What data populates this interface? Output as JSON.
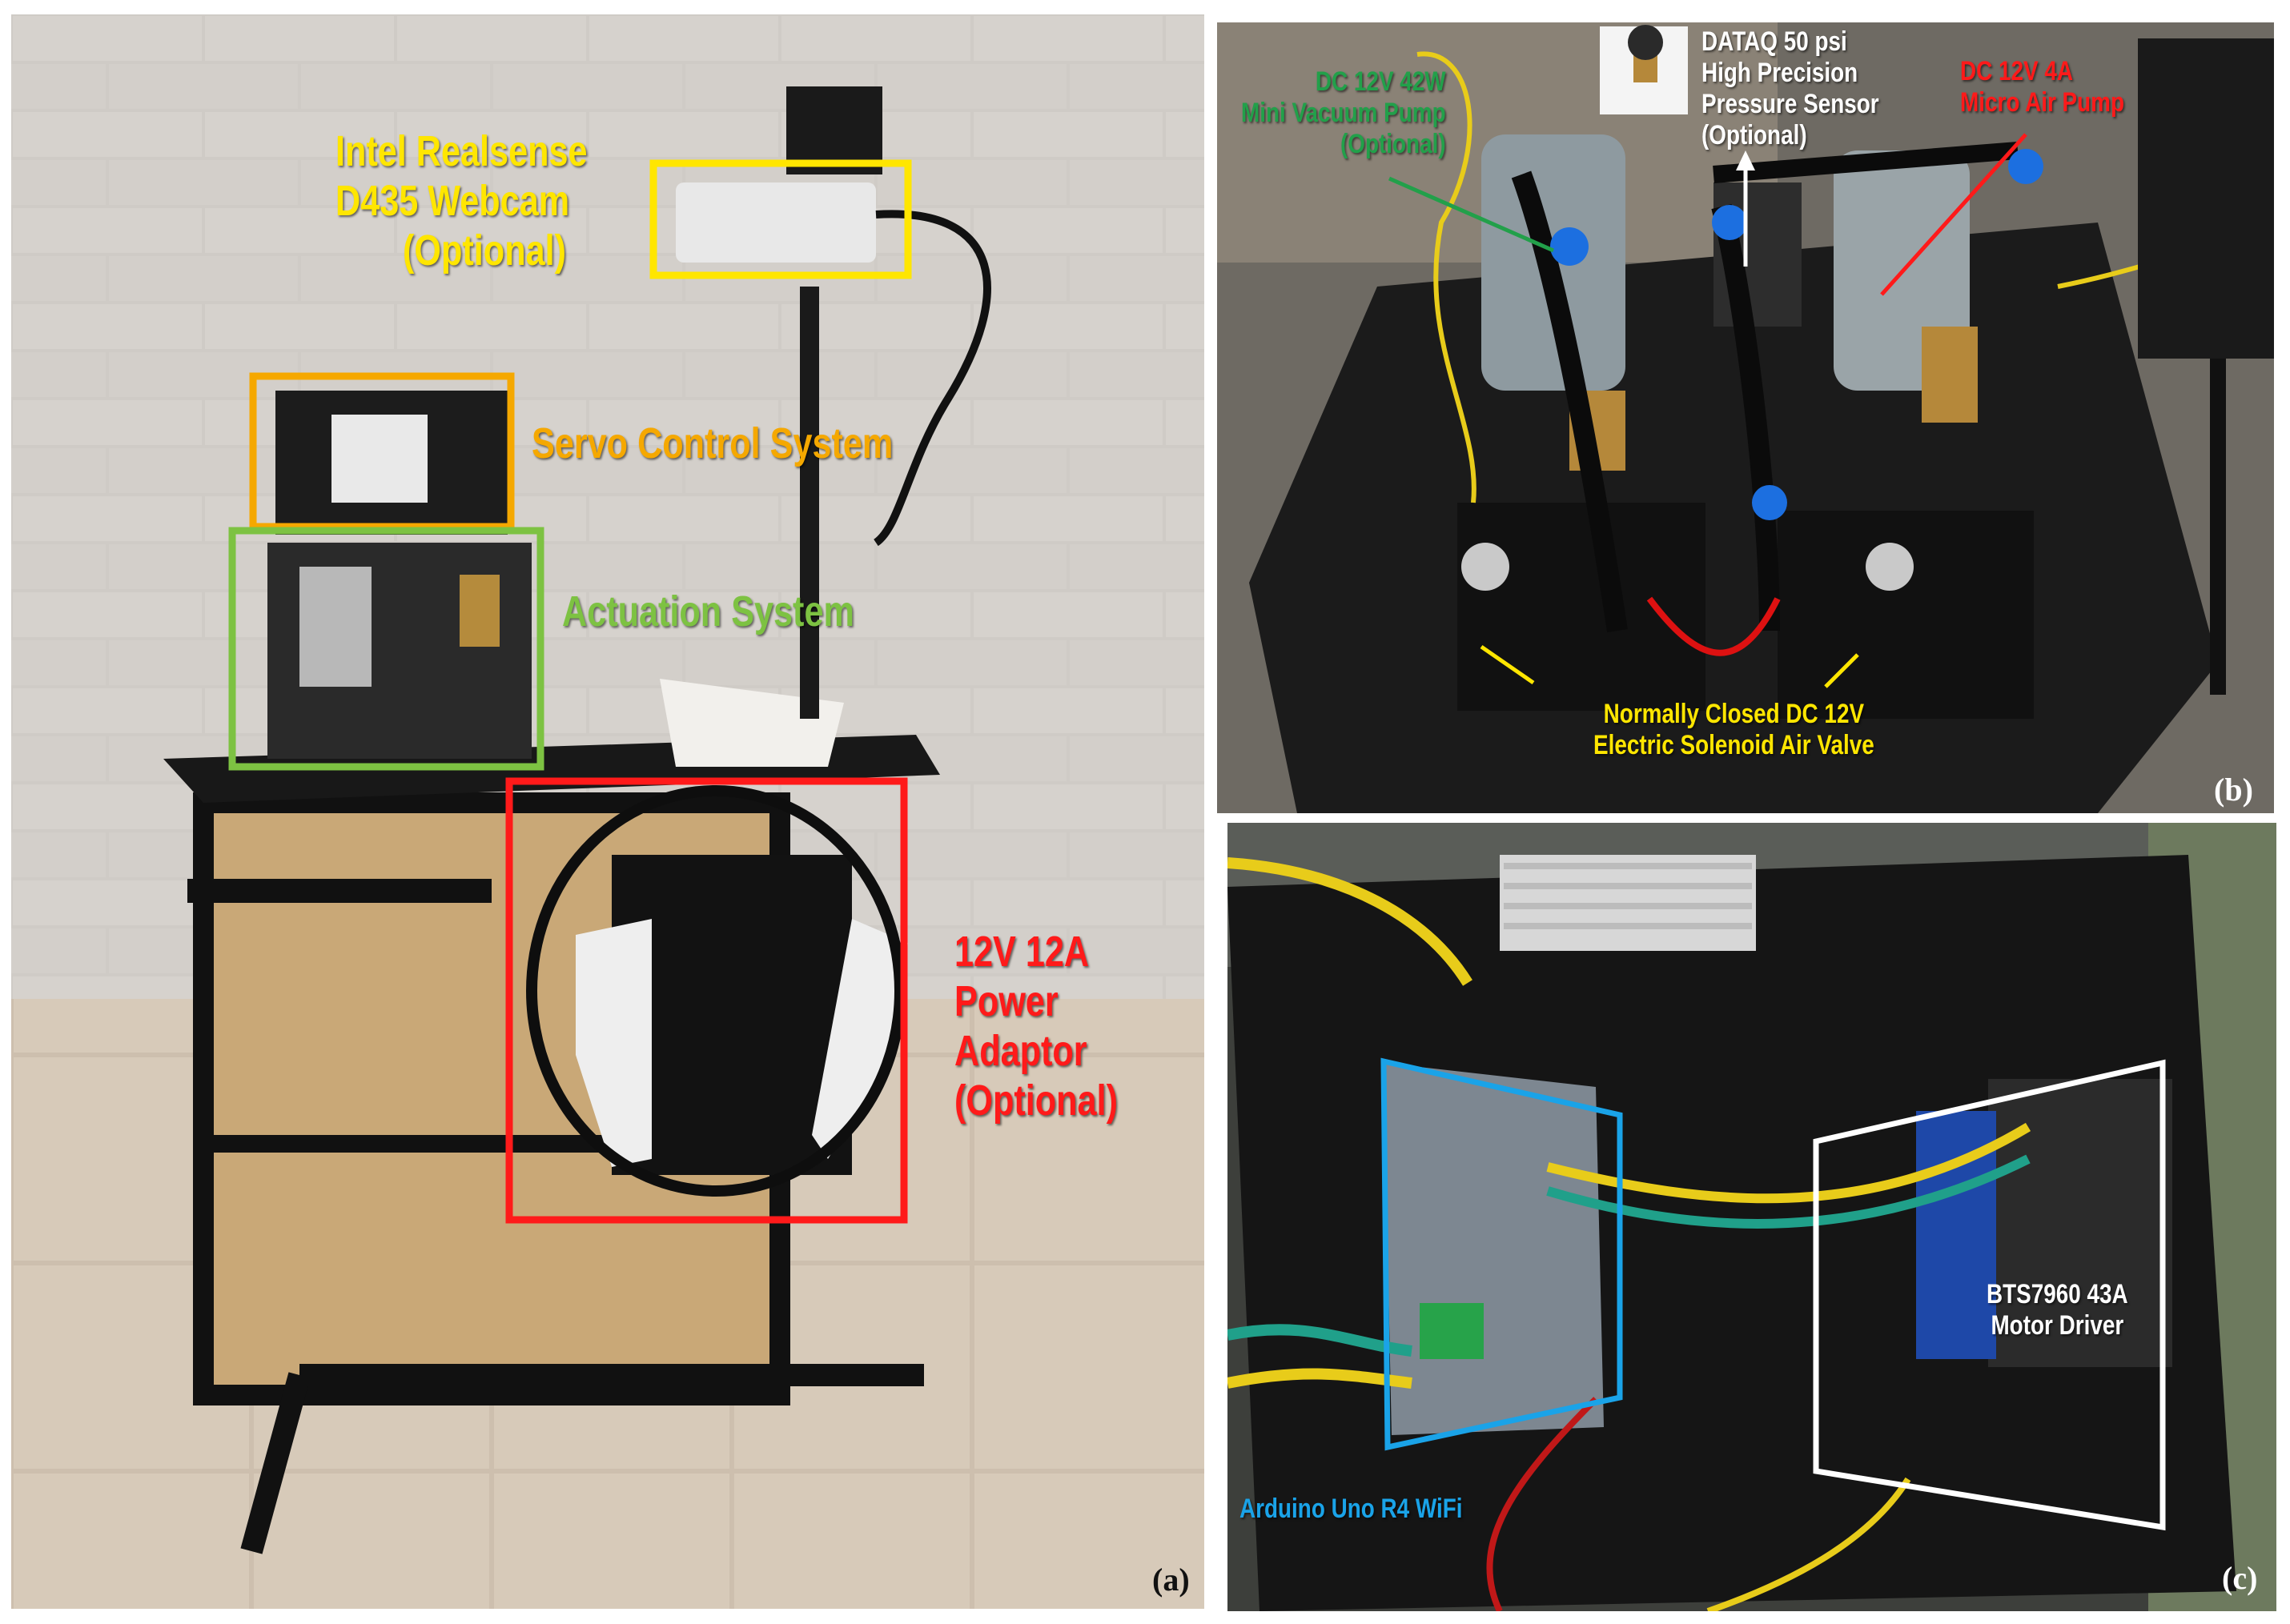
{
  "panel_a": {
    "tag": "(a)",
    "labels": {
      "webcam": [
        "Intel Realsense",
        "D435 Webcam",
        "(Optional)"
      ],
      "servo": "Servo Control System",
      "actuation": "Actuation System",
      "power": [
        "12V 12A",
        "Power",
        "Adaptor",
        "(Optional)"
      ]
    }
  },
  "panel_b": {
    "tag": "(b)",
    "labels": {
      "vacuum": [
        "DC 12V 42W",
        "Mini Vacuum Pump",
        "(Optional)"
      ],
      "sensor": [
        "DATAQ 50 psi",
        "High Precision",
        "Pressure Sensor",
        "(Optional)"
      ],
      "airpump": [
        "DC 12V 4A",
        "Micro Air Pump"
      ],
      "valve": [
        "Normally Closed DC 12V",
        "Electric Solenoid Air Valve"
      ]
    }
  },
  "panel_c": {
    "tag": "(c)",
    "labels": {
      "driver": [
        "BTS7960 43A",
        "Motor Driver"
      ],
      "arduino": "Arduino Uno R4 WiFi"
    }
  },
  "colors": {
    "yellow": "#ffe600",
    "orange": "#f5a800",
    "green_a": "#7dc242",
    "green_b": "#22a04a",
    "red": "#ff1a1a",
    "white": "#ffffff",
    "blue": "#1aa3e8"
  }
}
